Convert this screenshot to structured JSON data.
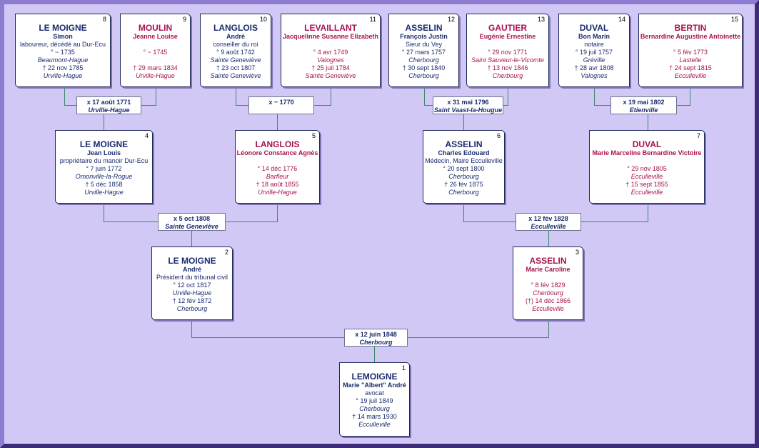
{
  "persons": {
    "p1": {
      "num": "1",
      "name": "LEMOIGNE",
      "given": "Marie \"Albert\" André",
      "occupation": "avocat",
      "birth": "° 19 juil 1849",
      "birth_place": "Cherbourg",
      "death": "† 14 mars 1930",
      "death_place": "Ecculleville"
    },
    "p2": {
      "num": "2",
      "name": "LE MOIGNE",
      "given": "André",
      "occupation": "Président du tribunal civil",
      "birth": "° 12 oct 1817",
      "birth_place": "Urville-Hague",
      "death": "† 12 fév 1872",
      "death_place": "Cherbourg"
    },
    "p3": {
      "num": "3",
      "name": "ASSELIN",
      "given": "Marie Caroline",
      "birth": "° 8 fév 1829",
      "birth_place": "Cherbourg",
      "death": "(†) 14 déc 1866",
      "death_place": "Ecculleville"
    },
    "p4": {
      "num": "4",
      "name": "LE MOIGNE",
      "given": "Jean Louis",
      "occupation": "propriétaire du manoir Dur-Ecu",
      "birth": "° 7 juin 1772",
      "birth_place": "Omonville-la-Rogue",
      "death": "† 5 déc 1858",
      "death_place": "Urville-Hague"
    },
    "p5": {
      "num": "5",
      "name": "LANGLOIS",
      "given": "Léonore Constance Agnès",
      "birth": "° 14 déc 1776",
      "birth_place": "Barfleur",
      "death": "† 18 août 1855",
      "death_place": "Urville-Hague"
    },
    "p6": {
      "num": "6",
      "name": "ASSELIN",
      "given": "Charles Edouard",
      "occupation": "Médecin, Maire Ecculleville",
      "birth": "° 20 sept 1800",
      "birth_place": "Cherbourg",
      "death": "† 26 fév 1875",
      "death_place": "Cherbourg"
    },
    "p7": {
      "num": "7",
      "name": "DUVAL",
      "given": "Marie Marceline Bernardine Victoire",
      "birth": "° 29 nov 1805",
      "birth_place": "Ecculleville",
      "death": "† 15 sept 1855",
      "death_place": "Ecculleville"
    },
    "p8": {
      "num": "8",
      "name": "LE MOIGNE",
      "given": "Simon",
      "occupation": "laboureur, décédé au Dur-Ecu",
      "birth": "° ~ 1735",
      "birth_place": "Beaumont-Hague",
      "death": "† 22 nov 1785",
      "death_place": "Urville-Hague"
    },
    "p9": {
      "num": "9",
      "name": "MOULIN",
      "given": "Jeanne Louise",
      "birth": "° ~ 1745",
      "death": "† 29 mars 1834",
      "death_place": "Urville-Hague"
    },
    "p10": {
      "num": "10",
      "name": "LANGLOIS",
      "given": "André",
      "occupation": "conseiller du roi",
      "birth": "° 9 août 1742",
      "birth_place": "Sainte Geneviève",
      "death": "† 23 oct 1807",
      "death_place": "Sainte Geneviève"
    },
    "p11": {
      "num": "11",
      "name": "LEVAILLANT",
      "given": "Jacquelinne Susanne Elizabeth",
      "birth": "° 4 avr 1749",
      "birth_place": "Valognes",
      "death": "† 25 juil 1784",
      "death_place": "Sainte Geneviève"
    },
    "p12": {
      "num": "12",
      "name": "ASSELIN",
      "given": "François Justin",
      "occupation": "Sieur du Vey",
      "birth": "° 27 mars 1757",
      "birth_place": "Cherbourg",
      "death": "† 30 sept 1840",
      "death_place": "Cherbourg"
    },
    "p13": {
      "num": "13",
      "name": "GAUTIER",
      "given": "Eugénie Ernestine",
      "birth": "° 29 nov 1771",
      "birth_place": "Saint Sauveur-le-Vicomte",
      "death": "† 13 nov 1846",
      "death_place": "Cherbourg"
    },
    "p14": {
      "num": "14",
      "name": "DUVAL",
      "given": "Bon Marin",
      "occupation": "notaire",
      "birth": "° 19 juil 1757",
      "birth_place": "Gréville",
      "death": "† 28 avr 1808",
      "death_place": "Valognes"
    },
    "p15": {
      "num": "15",
      "name": "BERTIN",
      "given": "Bernardine Augustine Antoinette",
      "birth": "° 5 fév 1773",
      "birth_place": "Lastelle",
      "death": "† 24 sept 1815",
      "death_place": "Ecculleville"
    }
  },
  "marriages": {
    "m1": {
      "date": "x 12 juin 1848",
      "place": "Cherbourg"
    },
    "m2": {
      "date": "x 5 oct 1808",
      "place": "Sainte Geneviève"
    },
    "m3": {
      "date": "x 12 fév 1828",
      "place": "Ecculleville"
    },
    "m4": {
      "date": "x 17 août 1771",
      "place": "Urville-Hague"
    },
    "m5": {
      "date": "x ~ 1770"
    },
    "m6": {
      "date": "x 31 mai 1796",
      "place": "Saint Vaast-la-Hougue"
    },
    "m7": {
      "date": "x 19 mai 1802",
      "place": "Etienville"
    }
  },
  "colors": {
    "background": "#d2c8f6",
    "male_text": "#1a2b6e",
    "female_text": "#a8124e",
    "connector": "#3a8a6a"
  }
}
